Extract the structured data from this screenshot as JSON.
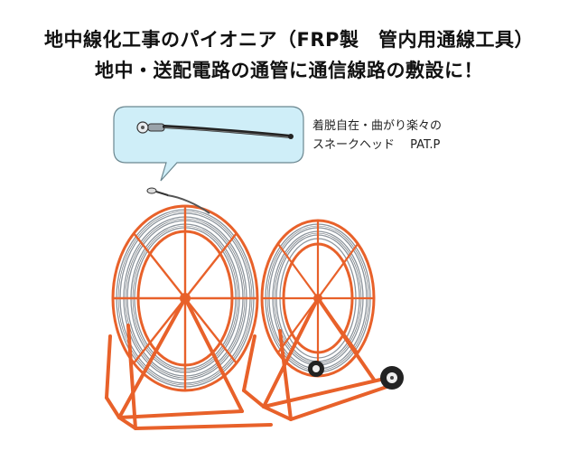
{
  "headline": {
    "line1": "地中線化工事のパイオニア（FRP製　管内用通線工具）",
    "line2": "地中・送配電路の通管に通信線路の敷設に！"
  },
  "callout": {
    "line1": "着脱自在・曲がり楽々の",
    "line2": "スネークヘッド　 PAT.P"
  },
  "colors": {
    "frame": "#e8612a",
    "cable": "#8c949c",
    "bubble_fill": "#cfeef8",
    "bubble_stroke": "#6b8790"
  }
}
